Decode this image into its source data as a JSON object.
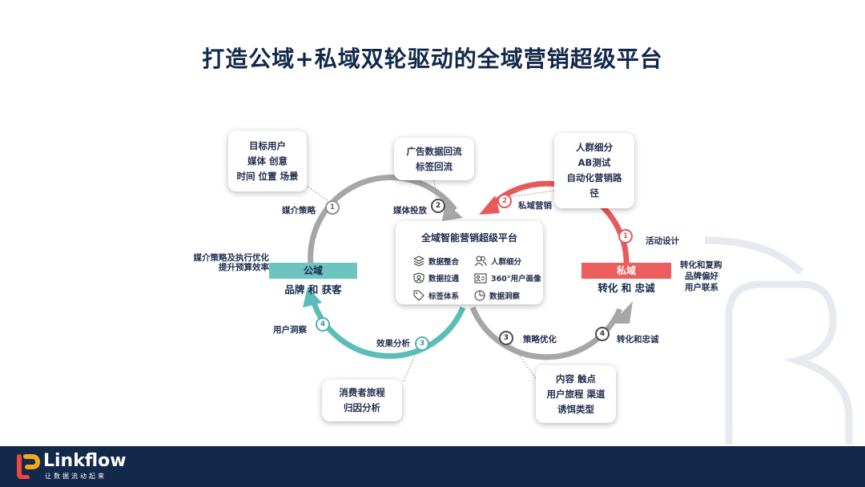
{
  "title": "打造公域+私域双轮驱动的全域营销超级平台",
  "boxes": {
    "target": [
      "目标用户",
      "媒体 创意",
      "时间 位置 场景"
    ],
    "ad_data": [
      "广告数据回流",
      "标签回流"
    ],
    "segment": [
      "人群细分",
      "AB测试",
      "自动化营销路",
      "径"
    ],
    "journey": [
      "消费者旅程",
      "归因分析"
    ],
    "content": [
      "内容 触点",
      "用户旅程 渠道",
      "诱饵类型"
    ]
  },
  "center": {
    "title": "全域智能营销超级平台",
    "features": [
      "数据整合",
      "人群细分",
      "数据拉通",
      "360°用户画像",
      "标签体系",
      "数据洞察"
    ]
  },
  "public": {
    "bar": "公域",
    "subtitle": "品牌 和 获客"
  },
  "private": {
    "bar": "私域",
    "subtitle": "转化 和 忠诚"
  },
  "labels": {
    "media_strategy": "媒介策略",
    "media_delivery": "媒体投放",
    "private_marketing": "私域营销",
    "activity_design": "活动设计",
    "optimize_1": "媒介策略及执行优化",
    "optimize_2": "提升预算效率",
    "conversion_1": "转化和复购",
    "conversion_2": "品牌偏好",
    "conversion_3": "用户联系",
    "user_insight": "用户洞察",
    "effect_analysis": "效果分析",
    "strategy_opt": "策略优化",
    "conversion_loyalty": "转化和忠诚"
  },
  "badges": {
    "b1": "1",
    "b2": "2",
    "b3": "3",
    "b4": "4"
  },
  "footer": {
    "brand": "Linkflow",
    "slogan": "让数据流动起来"
  },
  "colors": {
    "navy": "#13294b",
    "teal": "#5bbdb8",
    "red": "#e85a5a",
    "gray": "#a6a6a6"
  }
}
